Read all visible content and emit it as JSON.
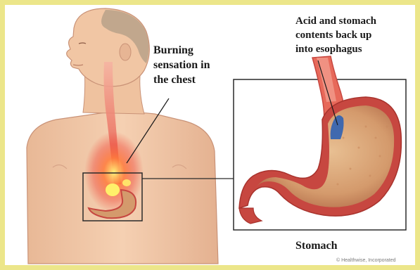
{
  "diagram": {
    "labels": {
      "burning_line1": "Burning",
      "burning_line2": "sensation in",
      "burning_line3": "the chest",
      "acid_line1": "Acid and stomach",
      "acid_line2": "contents back up",
      "acid_line3": "into esophagus",
      "stomach": "Stomach",
      "credit": "© Healthwise, Incorporated"
    },
    "colors": {
      "frame": "#ece68a",
      "background": "#ffffff",
      "skin": "#f3c8a6",
      "skin_shadow": "#d9a586",
      "hair": "#b9a18a",
      "esophagus_red": "#e2453a",
      "stomach_outer": "#c74740",
      "stomach_inner": "#d9a77a",
      "reflux_blue": "#2f62b4"
    }
  }
}
